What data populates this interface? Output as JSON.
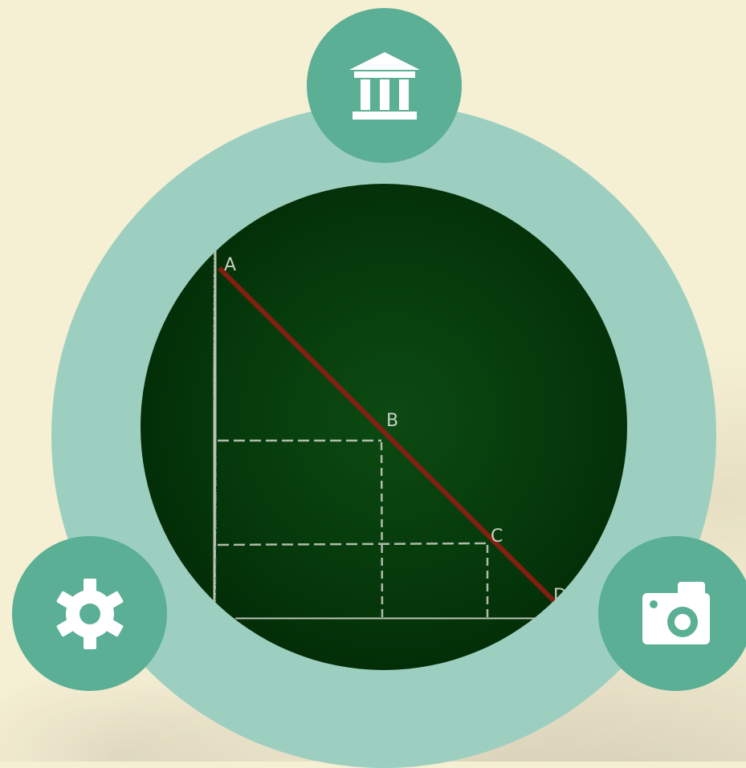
{
  "menu": {
    "top_button": {
      "icon": "museum-icon"
    },
    "left_button": {
      "icon": "gear-icon"
    },
    "right_button": {
      "icon": "camera-icon"
    }
  },
  "center_image": {
    "description_icon": "chalkboard-diagram",
    "labels": {
      "a": "A",
      "b": "B",
      "c": "C",
      "d": "D"
    }
  },
  "colors": {
    "background": "#f5efd4",
    "ring": "#9ccfc0",
    "button": "#5aaf95",
    "icon": "#ffffff",
    "board": "#063a0c",
    "chalk": "#d9dcd2",
    "line": "#8a1f12"
  }
}
